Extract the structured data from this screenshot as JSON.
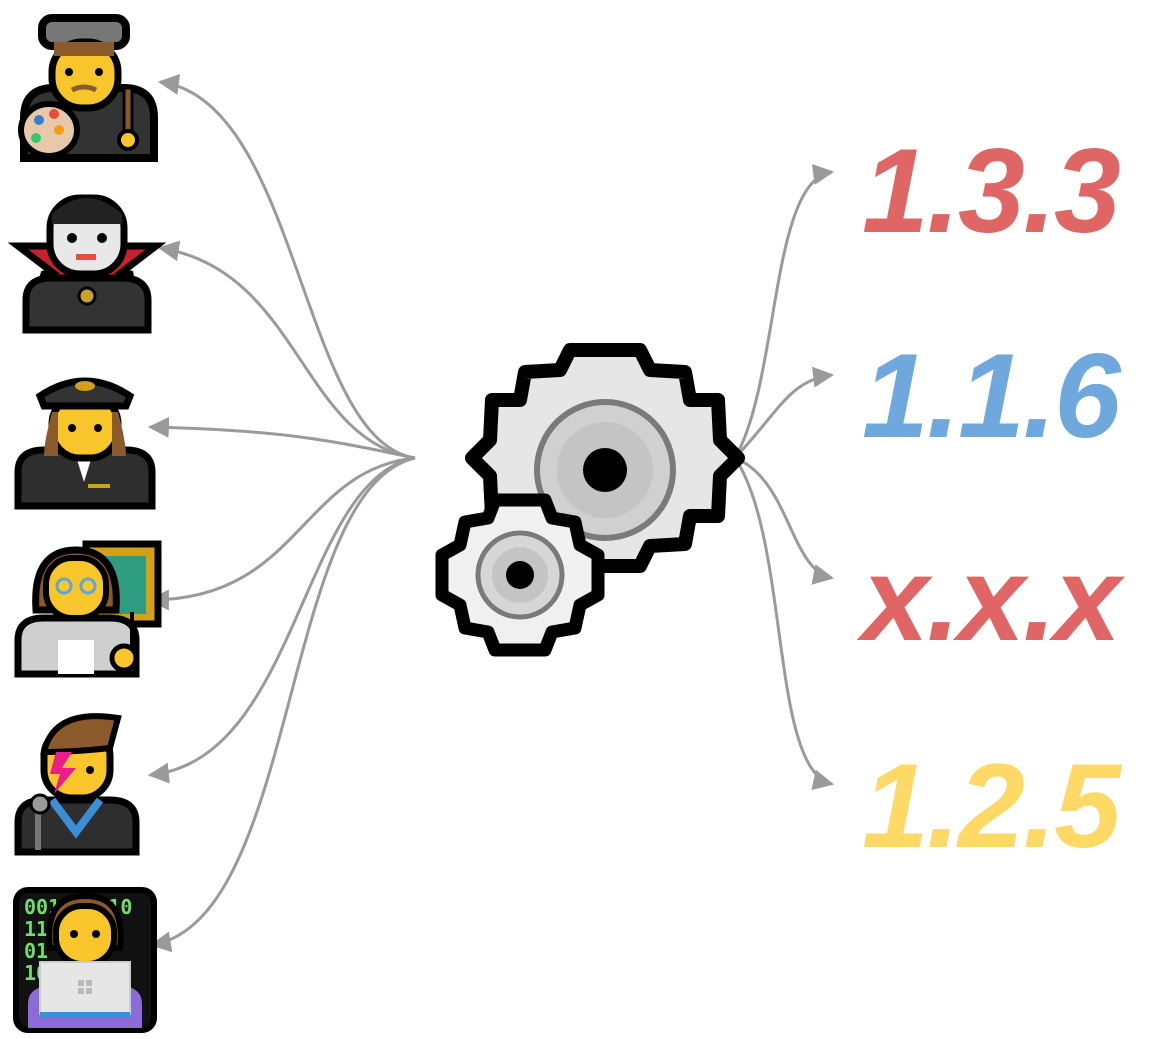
{
  "diagram": {
    "people": [
      {
        "name": "artist",
        "icon": "artist-icon"
      },
      {
        "name": "vampire",
        "icon": "vampire-icon"
      },
      {
        "name": "pilot",
        "icon": "pilot-icon"
      },
      {
        "name": "teacher",
        "icon": "teacher-icon"
      },
      {
        "name": "singer",
        "icon": "singer-icon"
      },
      {
        "name": "technologist",
        "icon": "technologist-icon"
      }
    ],
    "center_icon": "gears-icon",
    "versions": [
      {
        "label": "1.3.3",
        "color": "#e06666"
      },
      {
        "label": "1.1.6",
        "color": "#6fa8dc"
      },
      {
        "label": "x.x.x",
        "color": "#e06666"
      },
      {
        "label": "1.2.5",
        "color": "#ffd966"
      }
    ]
  }
}
